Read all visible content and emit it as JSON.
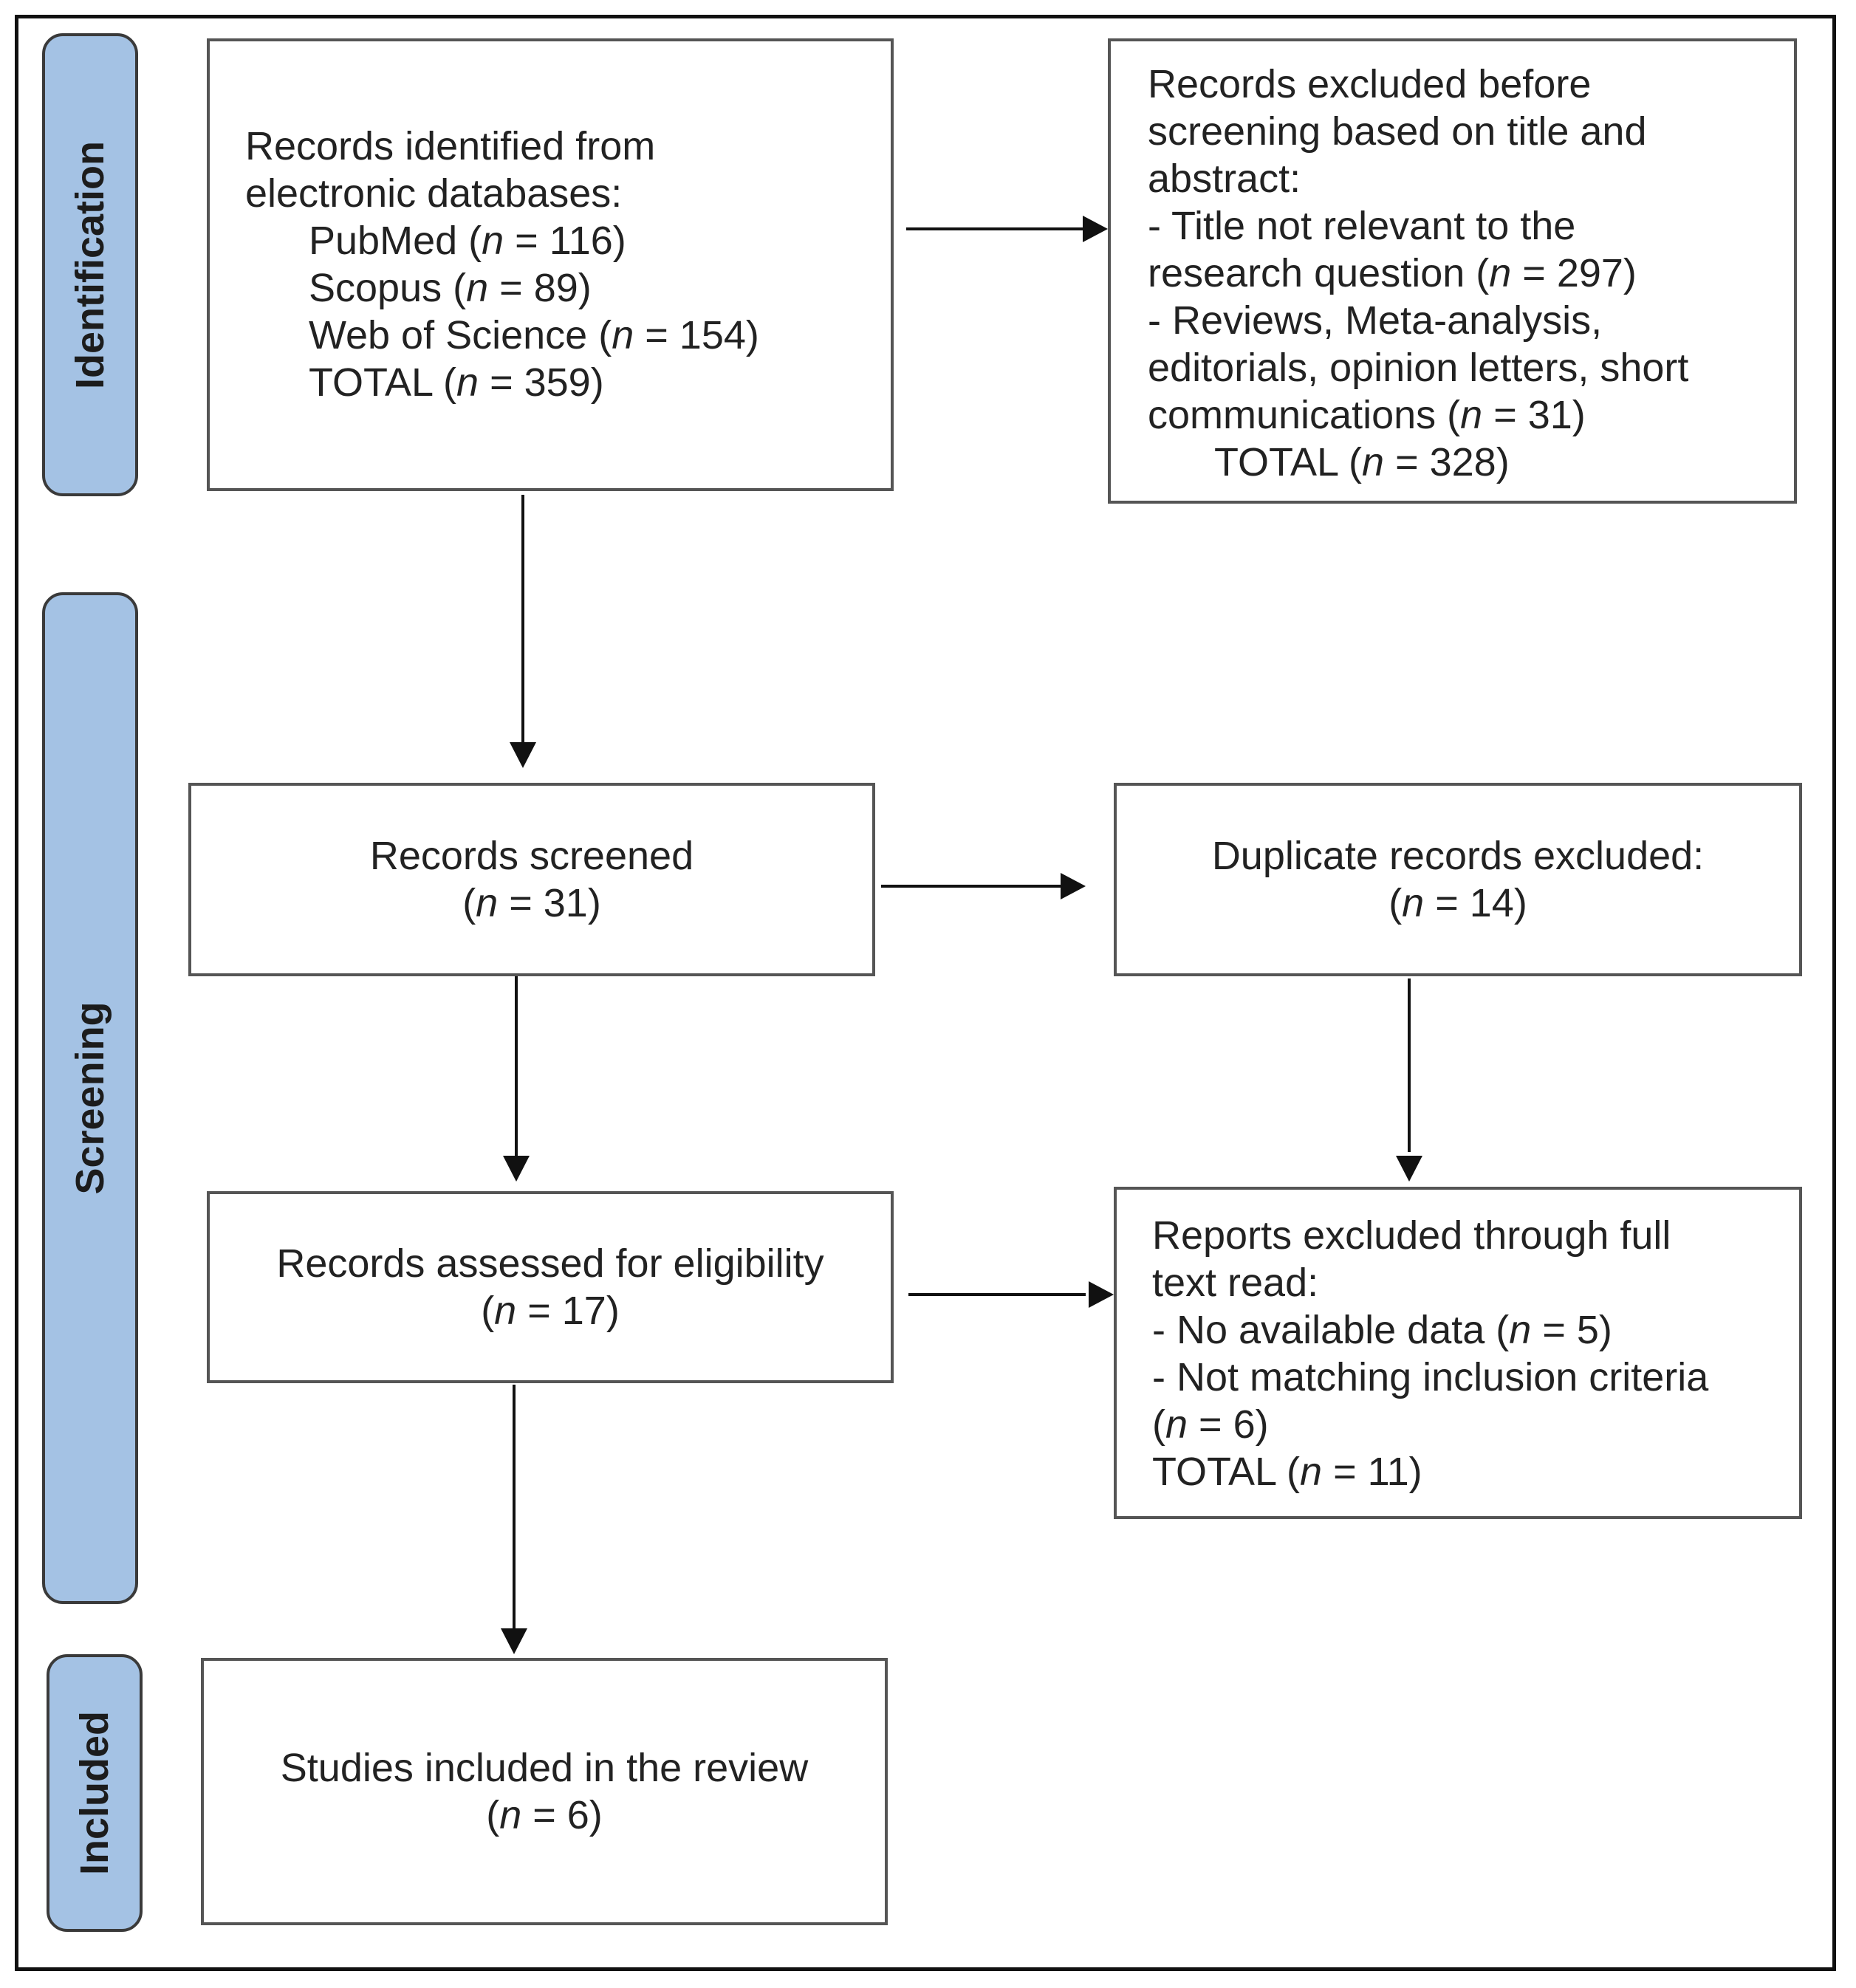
{
  "phases": {
    "identification": "Identification",
    "screening": "Screening",
    "included": "Included"
  },
  "boxes": {
    "identified": {
      "line1": "Records identified from",
      "line2": "electronic databases:",
      "pubmed": {
        "label": "PubMed (",
        "n": "n",
        "value": " = 116)"
      },
      "scopus": {
        "label": "Scopus (",
        "n": "n",
        "value": " = 89)"
      },
      "wos": {
        "label": "Web of Science (",
        "n": "n",
        "value": " = 154)"
      },
      "total": {
        "label": "TOTAL (",
        "n": "n",
        "value": " = 359)"
      }
    },
    "excluded_before": {
      "line1": "Records excluded before",
      "line2": "screening based on title and",
      "line3": "abstract:",
      "item1_line1": "- Title not relevant to the",
      "item1_line2": {
        "label": "research question (",
        "n": "n",
        "value": " = 297)"
      },
      "item2_line1": "- Reviews, Meta-analysis,",
      "item2_line2": "editorials, opinion letters, short",
      "item2_line3": {
        "label": "communications (",
        "n": "n",
        "value": " = 31)"
      },
      "total": {
        "label": "TOTAL (",
        "n": "n",
        "value": " = 328)"
      }
    },
    "screened": {
      "line1": "Records screened",
      "count": {
        "label": "(",
        "n": "n",
        "value": " = 31)"
      }
    },
    "duplicates": {
      "line1": "Duplicate records excluded:",
      "count": {
        "label": "(",
        "n": "n",
        "value": " = 14)"
      }
    },
    "assessed": {
      "line1": "Records assessed for eligibility",
      "count": {
        "label": "(",
        "n": "n",
        "value": " = 17)"
      }
    },
    "reports_excluded": {
      "line1": "Reports excluded through full",
      "line2": "text read:",
      "item1": {
        "label": "- No available data (",
        "n": "n",
        "value": " = 5)"
      },
      "item2_line1": "- Not matching inclusion criteria",
      "item2_line2": {
        "label": "(",
        "n": "n",
        "value": " = 6)"
      },
      "total": {
        "label": "TOTAL (",
        "n": "n",
        "value": " = 11)"
      }
    },
    "included": {
      "line1": "Studies included in the review",
      "count": {
        "label": "(",
        "n": "n",
        "value": " = 6)"
      }
    }
  }
}
